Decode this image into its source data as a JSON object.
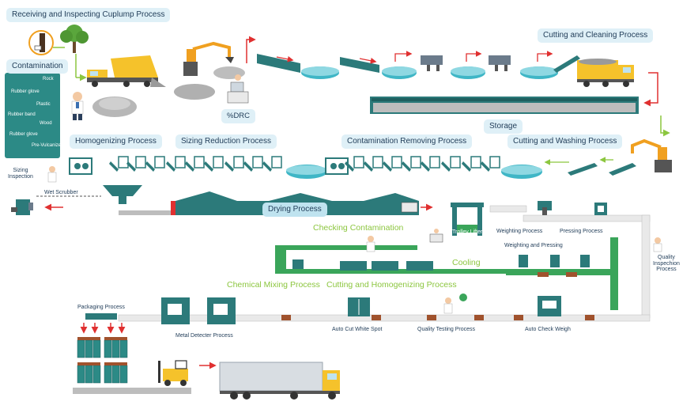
{
  "titles": {
    "receiving": "Receiving and Inspecting Cuplump Process",
    "contamination": "Contamination",
    "cutting_cleaning": "Cutting and Cleaning Process",
    "storage": "Storage",
    "homogenizing": "Homogenizing Process",
    "sizing_reduction": "Sizing Reduction Process",
    "contamination_removing": "Contamination Removing Process",
    "cutting_washing": "Cutting and Washing Process",
    "drying": "Drying Process",
    "checking_contamination": "Checking Contamination",
    "cooling": "Cooling",
    "chemical_mixing": "Chemical Mixing Process",
    "cutting_homogenizing": "Cutting and Homogenizing Process"
  },
  "labels": {
    "drc": "%DRC",
    "sizing_inspection": "Sizing\nInspection",
    "wet_scrubber": "Wet Scrubber",
    "trolley_lifter": "Trolley Lifter",
    "weighting_process": "Weighting Process",
    "pressing_process": "Pressing Process",
    "weighting_pressing": "Weighting and Pressing",
    "quality_inspection": "Quality\nInspechion\nProcess",
    "packaging_process": "Packaging Process",
    "metal_detecter": "Metal Detecter Process",
    "auto_cut": "Auto Cut White Spot",
    "quality_testing": "Quality Testing Process",
    "auto_check": "Auto Check Weigh"
  },
  "contamination_items": [
    "Rock",
    "Rubber glove",
    "Plastic",
    "Rubber band",
    "Wood",
    "Rubber glove",
    "Pre-Vulcanized"
  ],
  "colors": {
    "pill_bg": "#dff0f7",
    "water": "#3fb6c6",
    "conveyor": "#3aa55a",
    "dryer": "#2c7a7a",
    "truck": "#f5c22b",
    "arrow_red": "#e03030",
    "arrow_green": "#8cc63f",
    "label_green": "#8cc63f"
  }
}
